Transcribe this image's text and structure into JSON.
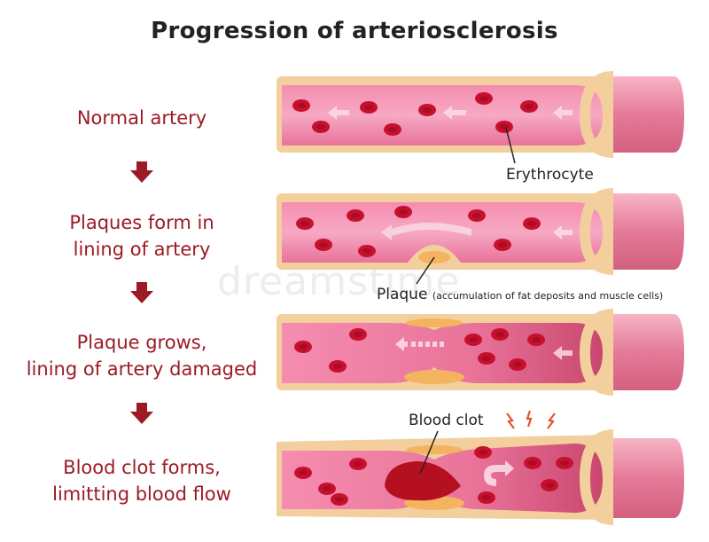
{
  "title": "Progression of arteriosclerosis",
  "stages": [
    {
      "line1": "Normal artery",
      "line2": ""
    },
    {
      "line1": "Plaques form in",
      "line2": "lining of artery"
    },
    {
      "line1": "Plaque grows,",
      "line2": "lining of artery damaged"
    },
    {
      "line1": "Blood clot forms,",
      "line2": "limitting blood flow"
    }
  ],
  "callouts": {
    "erythrocyte": "Erythrocyte",
    "plaque": "Plaque",
    "plaque_note": "(accumulation of fat deposits and muscle cells)",
    "clot": "Blood clot"
  },
  "colors": {
    "accent": "#9c1a24",
    "vessel_wall": "#f2cf9c",
    "vessel_outer": "#e07a98",
    "lumen": "#e85d8a",
    "blood_cell": "#c8102e",
    "plaque": "#f4b35e",
    "clot": "#b5101f"
  },
  "watermark": "dreamstime"
}
